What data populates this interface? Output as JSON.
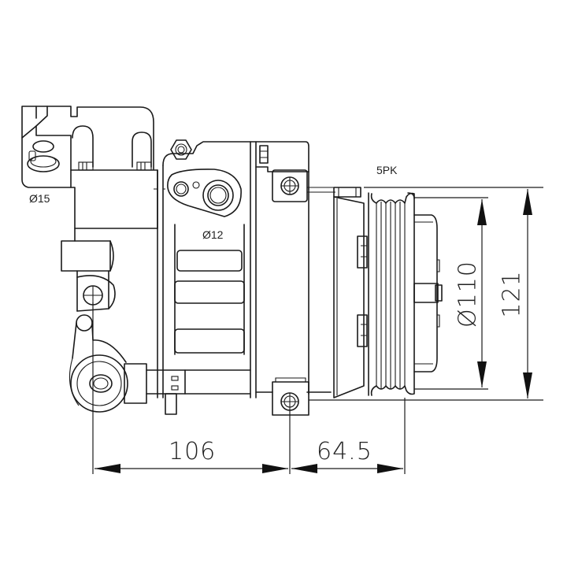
{
  "diagram": {
    "subject": "AC compressor side-view technical drawing",
    "labels": {
      "port_suction": "Ø15",
      "port_discharge": "Ø12",
      "belt_type": "5PK"
    },
    "dimensions": {
      "pulley_diameter": "Ø110",
      "overall_height": "121",
      "mount_to_mount": "106",
      "mount_to_pulley": "64.5"
    },
    "colors": {
      "line": "#1a1a1a",
      "background": "#ffffff"
    }
  }
}
